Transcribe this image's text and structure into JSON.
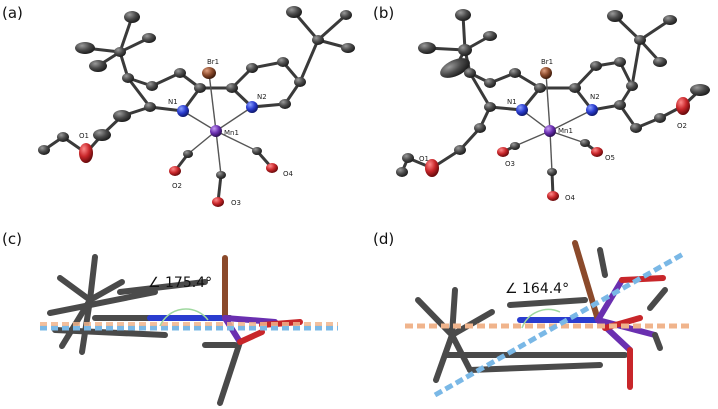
{
  "figure": {
    "panels": [
      {
        "id": "a",
        "label": "(a)",
        "atoms": [
          "Br1",
          "N1",
          "N2",
          "Mn1",
          "O1",
          "O2",
          "O3",
          "O4"
        ]
      },
      {
        "id": "b",
        "label": "(b)",
        "atoms": [
          "Br1",
          "N1",
          "N2",
          "Mn1",
          "O1",
          "O2",
          "O3",
          "O4",
          "O5"
        ]
      },
      {
        "id": "c",
        "label": "(c)",
        "angle_text": "∠ 175.4°"
      },
      {
        "id": "d",
        "label": "(d)",
        "angle_text": "∠ 164.4°"
      }
    ]
  },
  "colors": {
    "carbon": "#4a4a4a",
    "nitrogen": "#2a3ccf",
    "oxygen": "#c8262a",
    "bromine": "#8b4a2b",
    "manganese": "#6a2fb0",
    "plane_blue": "#7ab8e6",
    "plane_orange": "#f0b48c",
    "angle_arc": "#9fd89f"
  }
}
